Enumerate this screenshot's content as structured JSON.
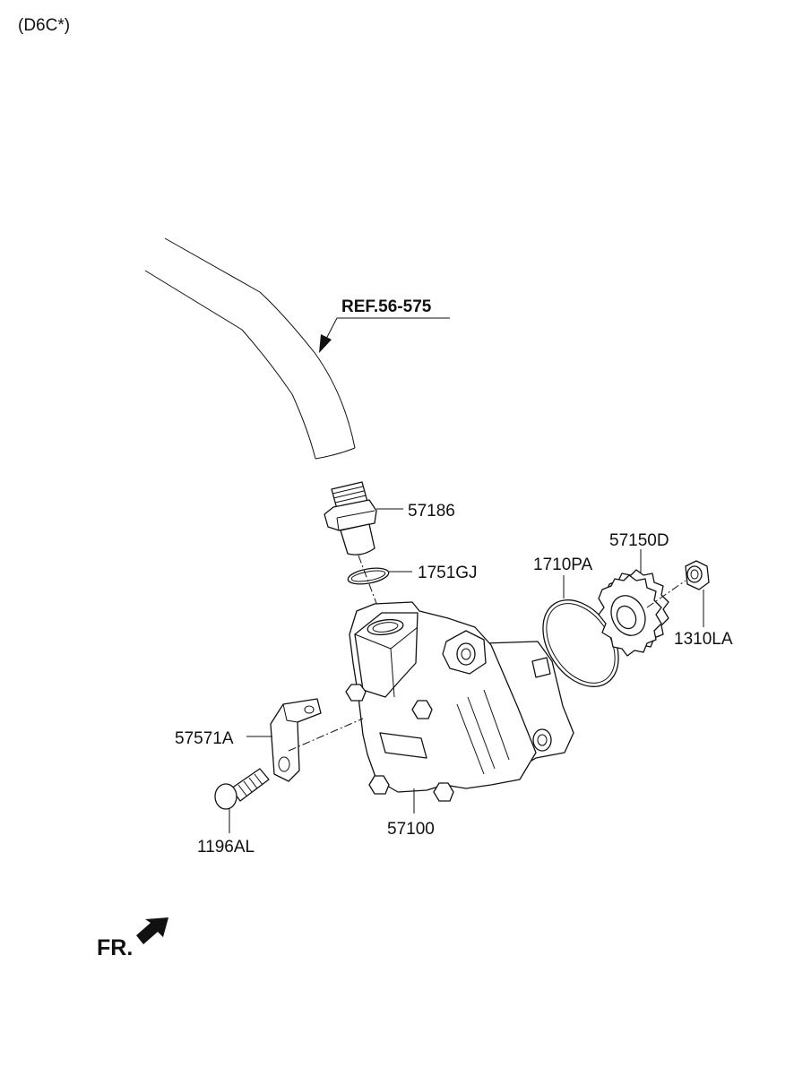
{
  "header": {
    "variant_code": "(D6C*)"
  },
  "reference": {
    "label": "REF.56-575"
  },
  "parts": {
    "fitting": "57186",
    "oring_small": "1751GJ",
    "oring_large": "1710PA",
    "gear": "57150D",
    "nut": "1310LA",
    "bracket": "57571A",
    "bolt": "1196AL",
    "pump": "57100"
  },
  "direction": {
    "label": "FR."
  }
}
